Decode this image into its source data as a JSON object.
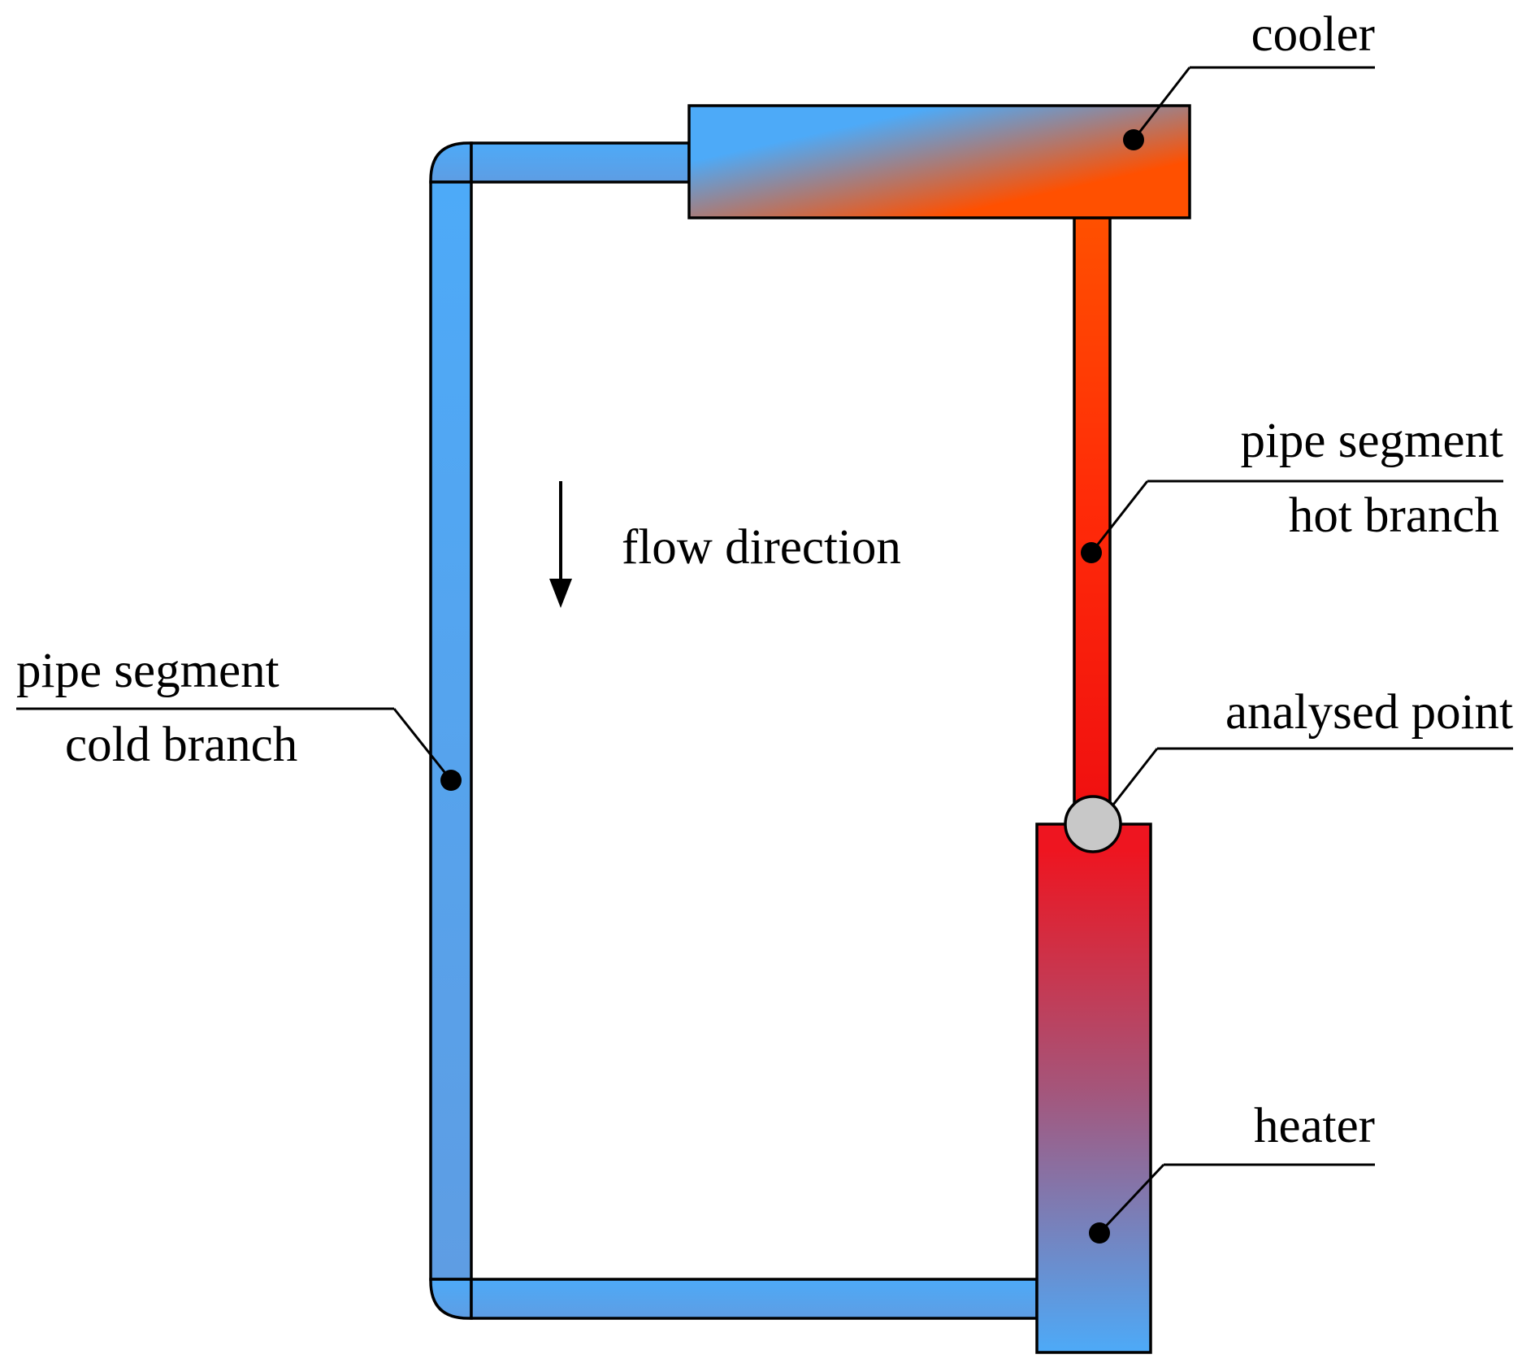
{
  "labels": {
    "cooler": "cooler",
    "hot_branch_line1": "pipe segment",
    "hot_branch_line2": "hot branch",
    "flow_direction": "flow direction",
    "cold_branch_line1": "pipe segment",
    "cold_branch_line2": "cold branch",
    "analysed_point": "analysed point",
    "heater": "heater"
  },
  "colors": {
    "cold": "#4DAAF8",
    "cold_lower": "#5E9DE3",
    "hot": "#FF5000",
    "hot_mid": "#FF2A08",
    "hot_low": "#F01010",
    "heater_top": "#EE1520",
    "heater_mid": "#A5557A",
    "heater_bottom": "#4DAAF8",
    "analysed_point": "#C8C8C8",
    "outline": "#000000"
  },
  "icons": {
    "flow_arrow": "down-arrow-icon"
  }
}
